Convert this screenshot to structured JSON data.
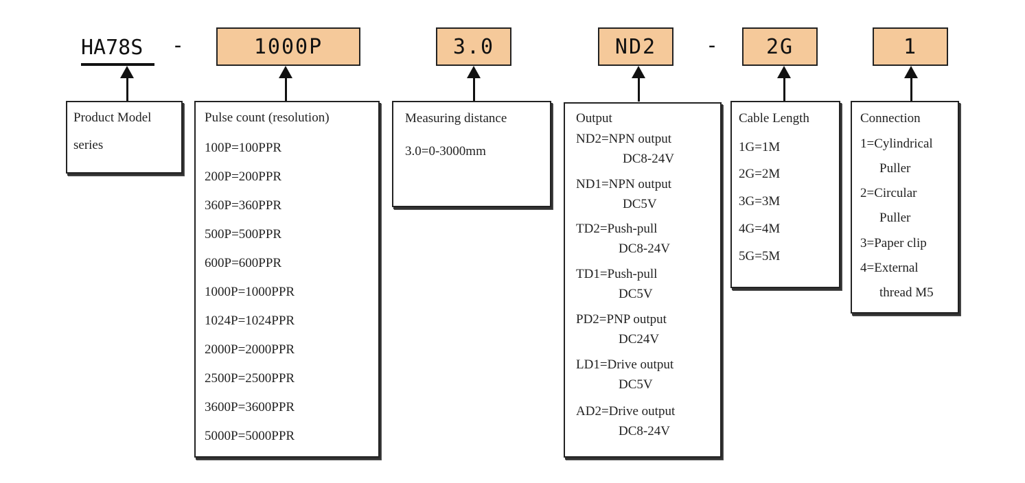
{
  "model": {
    "code": "HA78S",
    "separator1": "-",
    "pulse": "1000P",
    "distance": "3.0",
    "output": "ND2",
    "separator2": "-",
    "cable": "2G",
    "connection": "1"
  },
  "boxes": {
    "model": {
      "title_line1": "Product Model",
      "title_line2": "series"
    },
    "pulse": {
      "title": "Pulse count (resolution)",
      "items": [
        "100P=100PPR",
        "200P=200PPR",
        "360P=360PPR",
        "500P=500PPR",
        "600P=600PPR",
        "1000P=1000PPR",
        "1024P=1024PPR",
        "2000P=2000PPR",
        "2500P=2500PPR",
        "3600P=3600PPR",
        "5000P=5000PPR"
      ]
    },
    "distance": {
      "title": "Measuring distance",
      "items": [
        "3.0=0-3000mm"
      ]
    },
    "output": {
      "title": "Output",
      "items": [
        "ND2=NPN output",
        "DC8-24V",
        "ND1=NPN output",
        "DC5V",
        "TD2=Push-pull",
        "DC8-24V",
        "TD1=Push-pull",
        "DC5V",
        "PD2=PNP output",
        "DC24V",
        "LD1=Drive output",
        "DC5V",
        "AD2=Drive output",
        "DC8-24V"
      ]
    },
    "cable": {
      "title": "Cable Length",
      "items": [
        "1G=1M",
        "2G=2M",
        "3G=3M",
        "4G=4M",
        "5G=5M"
      ]
    },
    "connection": {
      "title": "Connection",
      "items": [
        "1=Cylindrical",
        "Puller",
        "2=Circular",
        "Puller",
        "3=Paper clip",
        "4=External",
        "thread M5"
      ]
    }
  },
  "colors": {
    "code_box_fill": "#f5c99a",
    "ink": "#111111"
  }
}
